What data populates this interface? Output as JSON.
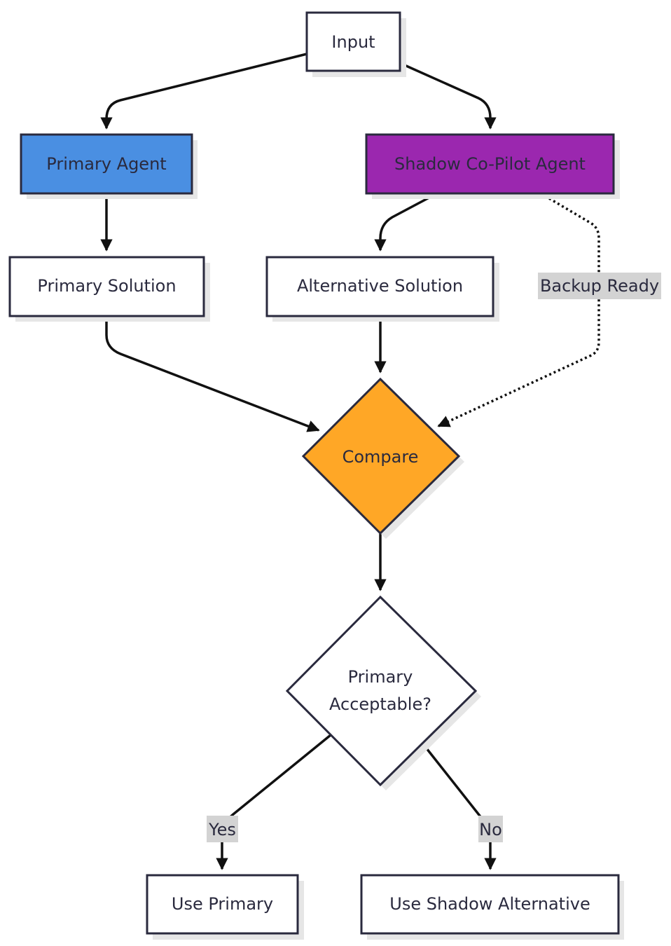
{
  "colors": {
    "primary_agent": "#4a8fe2",
    "shadow_agent": "#9b27af",
    "compare": "#ffa726",
    "default_fill": "#ffffff",
    "stroke": "#2a2a3e",
    "edge": "#111111",
    "edge_label_bg": "#d3d3d3"
  },
  "nodes": {
    "input": "Input",
    "primary_agent": "Primary Agent",
    "shadow_agent": "Shadow Co-Pilot Agent",
    "primary_solution": "Primary Solution",
    "alternative_solution": "Alternative Solution",
    "compare": "Compare",
    "decision_line1": "Primary",
    "decision_line2": "Acceptable?",
    "use_primary": "Use Primary",
    "use_shadow": "Use Shadow Alternative"
  },
  "edge_labels": {
    "backup_ready": "Backup Ready",
    "yes": "Yes",
    "no": "No"
  },
  "edges": [
    {
      "from": "Input",
      "to": "Primary Agent",
      "style": "solid"
    },
    {
      "from": "Input",
      "to": "Shadow Co-Pilot Agent",
      "style": "solid"
    },
    {
      "from": "Primary Agent",
      "to": "Primary Solution",
      "style": "solid"
    },
    {
      "from": "Shadow Co-Pilot Agent",
      "to": "Alternative Solution",
      "style": "solid"
    },
    {
      "from": "Shadow Co-Pilot Agent",
      "to": "Compare",
      "style": "dotted",
      "label": "Backup Ready"
    },
    {
      "from": "Primary Solution",
      "to": "Compare",
      "style": "solid"
    },
    {
      "from": "Alternative Solution",
      "to": "Compare",
      "style": "solid"
    },
    {
      "from": "Compare",
      "to": "Primary Acceptable?",
      "style": "solid"
    },
    {
      "from": "Primary Acceptable?",
      "to": "Use Primary",
      "style": "solid",
      "label": "Yes"
    },
    {
      "from": "Primary Acceptable?",
      "to": "Use Shadow Alternative",
      "style": "solid",
      "label": "No"
    }
  ]
}
